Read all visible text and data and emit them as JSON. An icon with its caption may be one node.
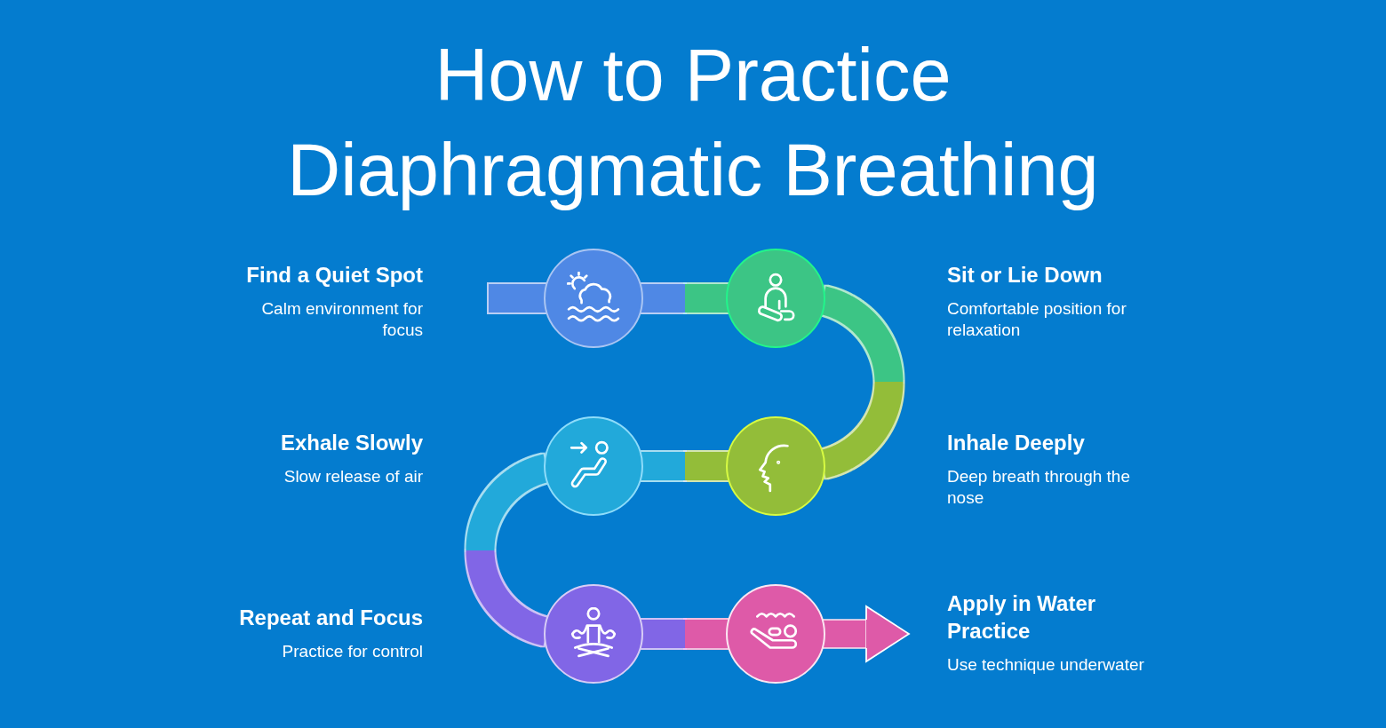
{
  "diagram": {
    "title": "How to Practice Diaphragmatic Breathing",
    "nodes": [
      {
        "text": [],
        "shape": "circle",
        "beside": [
          "Find a Quiet Spot",
          "Calm environment for focus"
        ]
      },
      {
        "text": [],
        "shape": "circle",
        "beside": [
          "Sit or Lie Down",
          "Comfortable position for relaxation"
        ]
      },
      {
        "text": [],
        "shape": "circle",
        "beside": [
          "Inhale Deeply",
          "Deep breath through the nose"
        ]
      },
      {
        "text": [],
        "shape": "circle",
        "beside": [
          "Exhale Slowly",
          "Slow release of air"
        ]
      },
      {
        "text": [],
        "shape": "circle",
        "beside": [
          "Repeat and Focus",
          "Practice for control"
        ]
      },
      {
        "text": [],
        "shape": "circle",
        "beside": [
          "Apply in Water Practice",
          "Use technique underwater"
        ]
      }
    ],
    "edges": [
      {
        "from": null,
        "to": 0,
        "arrow": "none",
        "style": "thick"
      },
      {
        "from": 0,
        "to": 1,
        "arrow": "none",
        "style": "thick"
      },
      {
        "from": 1,
        "to": 2,
        "arrow": "none",
        "style": "thick"
      },
      {
        "from": 2,
        "to": 3,
        "arrow": "none",
        "style": "thick"
      },
      {
        "from": 3,
        "to": 4,
        "arrow": "none",
        "style": "thick"
      },
      {
        "from": 4,
        "to": 5,
        "arrow": "none",
        "style": "thick"
      },
      {
        "from": 5,
        "to": null,
        "arrow": "to",
        "style": "thick"
      }
    ]
  }
}
